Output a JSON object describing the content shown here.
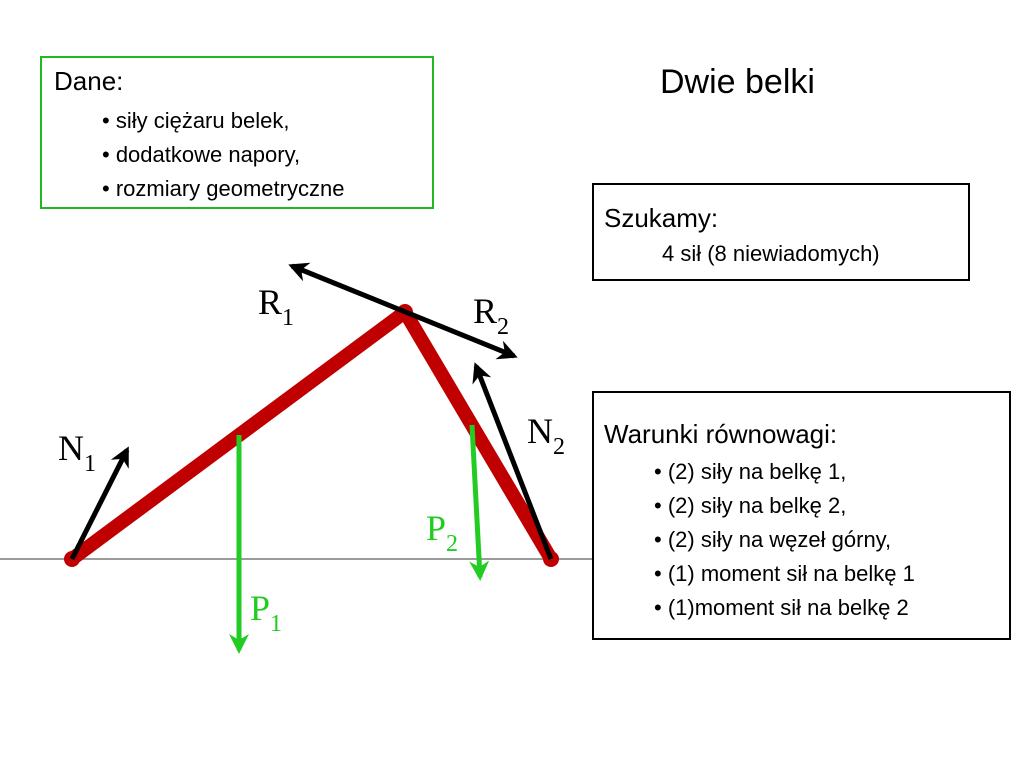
{
  "title": "Dwie belki",
  "given": {
    "heading": "Dane:",
    "items": [
      "• siły ciężaru belek,",
      "• dodatkowe napory,",
      "• rozmiary geometryczne"
    ]
  },
  "unknowns": {
    "heading": "Szukamy:",
    "items": [
      "4 sił (8 niewiadomych)"
    ]
  },
  "equilibrium": {
    "heading": "Warunki równowagi:",
    "items": [
      "• (2) siły na belkę 1,",
      "• (2) siły na belkę 2,",
      "• (2) siły na węzeł górny,",
      "• (1) moment sił na belkę 1",
      "• (1)moment sił na belkę 2"
    ]
  },
  "forces": {
    "R1": {
      "letter": "R",
      "index": "1"
    },
    "R2": {
      "letter": "R",
      "index": "2"
    },
    "N1": {
      "letter": "N",
      "index": "1"
    },
    "N2": {
      "letter": "N",
      "index": "2"
    },
    "P1": {
      "letter": "P",
      "index": "1"
    },
    "P2": {
      "letter": "P",
      "index": "2"
    }
  },
  "colors": {
    "beam": "#c00000",
    "weight": "#22cc22",
    "reaction": "#000000",
    "given_border": "#22b822"
  }
}
